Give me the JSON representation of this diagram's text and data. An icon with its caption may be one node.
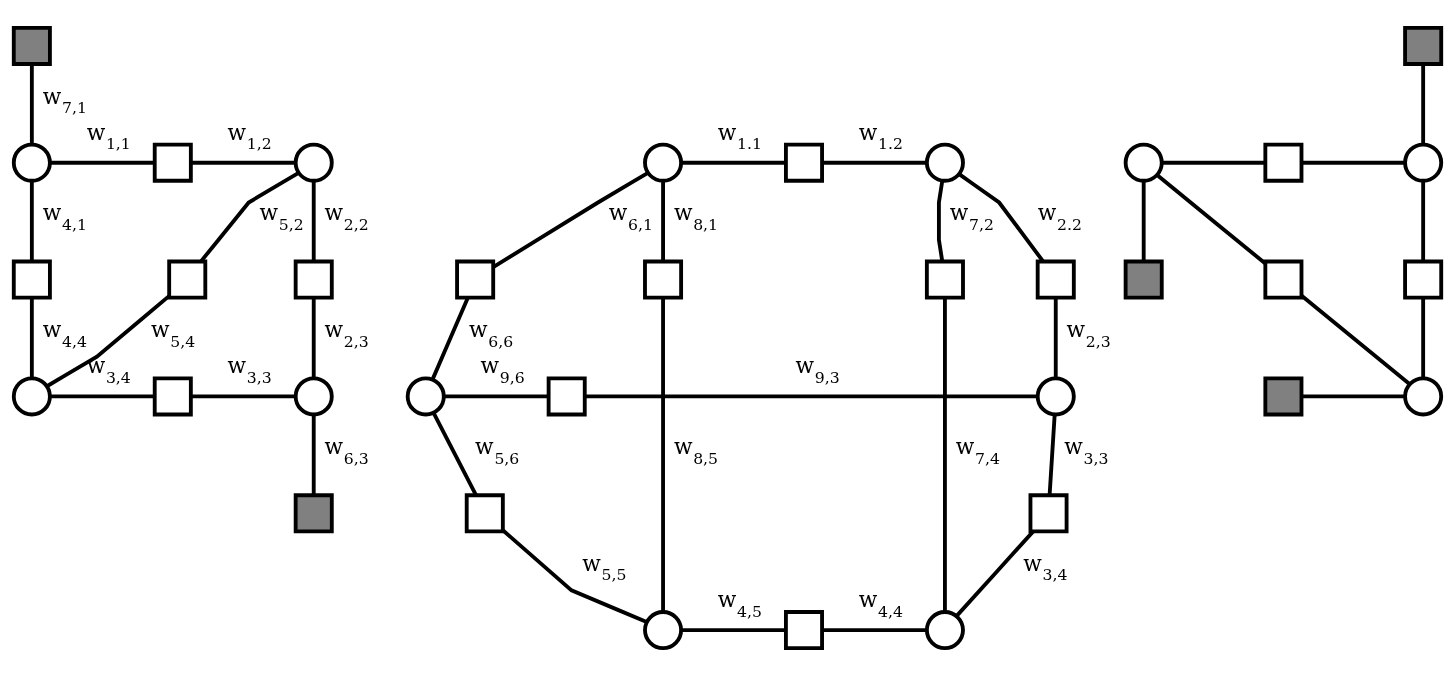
{
  "diagram": {
    "nodes": [
      {
        "text": [],
        "shape": "box"
      },
      {
        "text": [],
        "shape": "circle"
      },
      {
        "text": [],
        "shape": "box"
      },
      {
        "text": [],
        "shape": "circle"
      },
      {
        "text": [],
        "shape": "box"
      },
      {
        "text": [],
        "shape": "box"
      },
      {
        "text": [],
        "shape": "box"
      },
      {
        "text": [],
        "shape": "circle"
      },
      {
        "text": [],
        "shape": "box"
      },
      {
        "text": [],
        "shape": "circle"
      },
      {
        "text": [],
        "shape": "box"
      },
      {
        "text": [],
        "shape": "circle"
      },
      {
        "text": [],
        "shape": "box"
      },
      {
        "text": [],
        "shape": "circle"
      },
      {
        "text": [],
        "shape": "box"
      },
      {
        "text": [],
        "shape": "box"
      },
      {
        "text": [],
        "shape": "box"
      },
      {
        "text": [],
        "shape": "box"
      },
      {
        "text": [],
        "shape": "circle"
      },
      {
        "text": [],
        "shape": "box"
      },
      {
        "text": [],
        "shape": "circle"
      },
      {
        "text": [],
        "shape": "box"
      },
      {
        "text": [],
        "shape": "box"
      },
      {
        "text": [],
        "shape": "circle"
      },
      {
        "text": [],
        "shape": "box"
      },
      {
        "text": [],
        "shape": "circle"
      },
      {
        "text": [],
        "shape": "box"
      },
      {
        "text": [],
        "shape": "circle"
      },
      {
        "text": [],
        "shape": "box"
      },
      {
        "text": [],
        "shape": "circle"
      },
      {
        "text": [],
        "shape": "box"
      },
      {
        "text": [],
        "shape": "box"
      },
      {
        "text": [],
        "shape": "box"
      },
      {
        "text": [],
        "shape": "box"
      },
      {
        "text": [],
        "shape": "circle"
      }
    ],
    "edges": [
      {
        "from": 0,
        "to": 1,
        "arrow": "none",
        "label": "w$_{7,1}$"
      },
      {
        "from": 1,
        "to": 2,
        "arrow": "none",
        "label": "w$_{1,1}$"
      },
      {
        "from": 2,
        "to": 3,
        "arrow": "none",
        "label": "w$_{1,2}$"
      },
      {
        "from": 3,
        "to": 4,
        "arrow": "none",
        "label": "w$_{5,2}$"
      },
      {
        "from": 4,
        "to": 7,
        "arrow": "none",
        "label": "w$_{5,4}$"
      },
      {
        "from": 1,
        "to": 5,
        "arrow": "none",
        "label": "w$_{4,1}$"
      },
      {
        "from": 5,
        "to": 7,
        "arrow": "none",
        "label": "w$_{4,4}$"
      },
      {
        "from": 3,
        "to": 6,
        "arrow": "none",
        "label": "w$_{2,2}$"
      },
      {
        "from": 6,
        "to": 9,
        "arrow": "none",
        "label": "w$_{2,3}$"
      },
      {
        "from": 7,
        "to": 8,
        "arrow": "none",
        "label": "w$_{3,4}$"
      },
      {
        "from": 8,
        "to": 9,
        "arrow": "none",
        "label": "w$_{3,3}$"
      },
      {
        "from": 9,
        "to": 10,
        "arrow": "none",
        "label": "w$_{6,3}$"
      },
      {
        "from": 11,
        "to": 12,
        "arrow": "none",
        "label": "w$_{1.1}$"
      },
      {
        "from": 12,
        "to": 13,
        "arrow": "none",
        "label": "w$_{1.2}$"
      },
      {
        "from": 13,
        "to": 17,
        "arrow": "none",
        "label": "w$_{2.2}$"
      },
      {
        "from": 17,
        "to": 20,
        "arrow": "none",
        "label": "w$_{2,3}$"
      },
      {
        "from": 20,
        "to": 22,
        "arrow": "none",
        "label": "w$_{3,3}$"
      },
      {
        "from": 22,
        "to": 25,
        "arrow": "none",
        "label": "w$_{3,4}$"
      },
      {
        "from": 24,
        "to": 25,
        "arrow": "none",
        "label": "w$_{4,4}$"
      },
      {
        "from": 23,
        "to": 24,
        "arrow": "none",
        "label": "w$_{4,5}$"
      },
      {
        "from": 21,
        "to": 23,
        "arrow": "none",
        "label": "w$_{5,5}$"
      },
      {
        "from": 18,
        "to": 21,
        "arrow": "none",
        "label": "w$_{5,6}$"
      },
      {
        "from": 14,
        "to": 18,
        "arrow": "none",
        "label": "w$_{6,6}$"
      },
      {
        "from": 11,
        "to": 14,
        "arrow": "none",
        "label": "w$_{6,1}$"
      },
      {
        "from": 13,
        "to": 16,
        "arrow": "none",
        "label": "w$_{7,2}$"
      },
      {
        "from": 16,
        "to": 25,
        "arrow": "none",
        "label": "w$_{7,4}$"
      },
      {
        "from": 11,
        "to": 15,
        "arrow": "none",
        "label": "w$_{8,1}$"
      },
      {
        "from": 15,
        "to": 23,
        "arrow": "none",
        "label": "w$_{8,5}$"
      },
      {
        "from": 18,
        "to": 19,
        "arrow": "none",
        "label": "w$_{9,6}$"
      },
      {
        "from": 19,
        "to": 20,
        "arrow": "none",
        "label": "w$_{9,3}$"
      },
      {
        "from": 26,
        "to": 29,
        "arrow": "none"
      },
      {
        "from": 27,
        "to": 28,
        "arrow": "none"
      },
      {
        "from": 28,
        "to": 29,
        "arrow": "none"
      },
      {
        "from": 27,
        "to": 30,
        "arrow": "none"
      },
      {
        "from": 27,
        "to": 31,
        "arrow": "none"
      },
      {
        "from": 31,
        "to": 34,
        "arrow": "none"
      },
      {
        "from": 29,
        "to": 32,
        "arrow": "none"
      },
      {
        "from": 32,
        "to": 34,
        "arrow": "none"
      },
      {
        "from": 33,
        "to": 34,
        "arrow": "none"
      }
    ]
  }
}
